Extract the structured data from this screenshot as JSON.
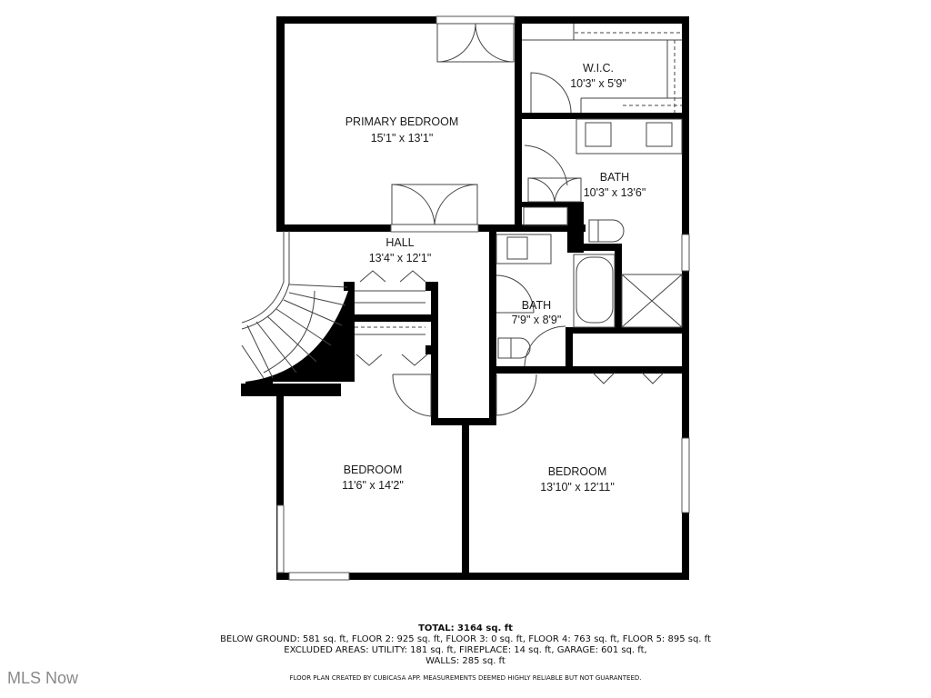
{
  "rooms": [
    {
      "name": "PRIMARY BEDROOM",
      "dims": "15'1\" x 13'1\""
    },
    {
      "name": "W.I.C.",
      "dims": "10'3\" x 5'9\""
    },
    {
      "name": "BATH",
      "dims": "10'3\" x 13'6\""
    },
    {
      "name": "HALL",
      "dims": "13'4\" x 12'1\""
    },
    {
      "name": "BATH",
      "dims": "7'9\" x 8'9\""
    },
    {
      "name": "BEDROOM",
      "dims": "11'6\" x 14'2\""
    },
    {
      "name": "BEDROOM",
      "dims": "13'10\" x 12'11\""
    }
  ],
  "summary": {
    "total": "TOTAL: 3164 sq. ft",
    "line1": "BELOW GROUND: 581 sq. ft, FLOOR 2: 925 sq. ft, FLOOR 3: 0 sq. ft, FLOOR 4: 763 sq. ft, FLOOR 5: 895 sq. ft",
    "line2": "EXCLUDED AREAS: UTILITY: 181 sq. ft, FIREPLACE: 14 sq. ft, GARAGE: 601 sq. ft,",
    "line3": "WALLS: 285 sq. ft",
    "disclaimer": "FLOOR PLAN CREATED BY CUBICASA APP. MEASUREMENTS DEEMED HIGHLY RELIABLE BUT NOT GUARANTEED."
  },
  "watermark": "MLS Now",
  "colors": {
    "wall": "#000000",
    "background": "#ffffff",
    "fixture": "#555555",
    "watermark": "#8a8a8a"
  }
}
